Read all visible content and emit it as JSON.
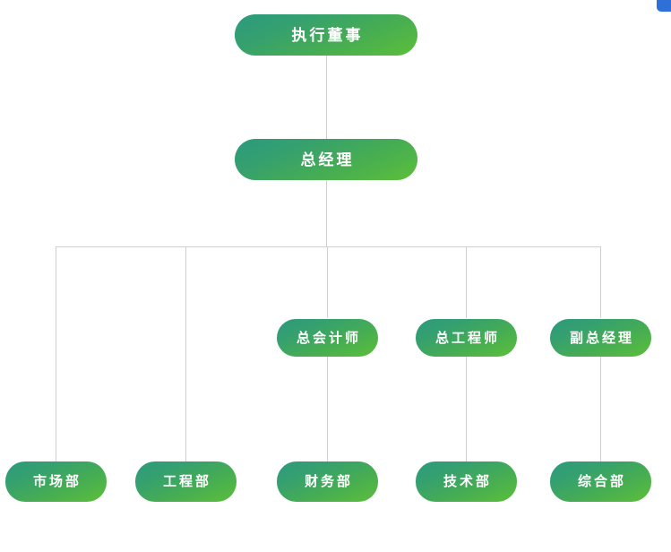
{
  "chart": {
    "type": "org-chart",
    "title": "",
    "background_color": "#ffffff",
    "node_gradient_from": "#2c9a7e",
    "node_gradient_to": "#5cbf3a",
    "node_text_color": "#ffffff",
    "connector_color": "#cfcfcf",
    "accent_badge_color": "#2f6fd8",
    "levels": [
      {
        "level": 1,
        "nodes": [
          {
            "id": "executive-director",
            "label": "执行董事"
          }
        ]
      },
      {
        "level": 2,
        "nodes": [
          {
            "id": "general-manager",
            "label": "总经理"
          }
        ]
      },
      {
        "level": 3,
        "nodes": [
          {
            "id": "chief-accountant",
            "label": "总会计师"
          },
          {
            "id": "chief-engineer",
            "label": "总工程师"
          },
          {
            "id": "deputy-general-manager",
            "label": "副总经理"
          }
        ]
      },
      {
        "level": 4,
        "nodes": [
          {
            "id": "marketing-department",
            "label": "市场部"
          },
          {
            "id": "engineering-department",
            "label": "工程部"
          },
          {
            "id": "finance-department",
            "label": "财务部"
          },
          {
            "id": "technology-department",
            "label": "技术部"
          },
          {
            "id": "general-affairs-department",
            "label": "综合部"
          }
        ]
      }
    ]
  },
  "nodes": {
    "executive_director": "执行董事",
    "general_manager": "总经理",
    "chief_accountant": "总会计师",
    "chief_engineer": "总工程师",
    "deputy_general_manager": "副总经理",
    "marketing_department": "市场部",
    "engineering_department": "工程部",
    "finance_department": "财务部",
    "technology_department": "技术部",
    "general_affairs_department": "综合部"
  }
}
